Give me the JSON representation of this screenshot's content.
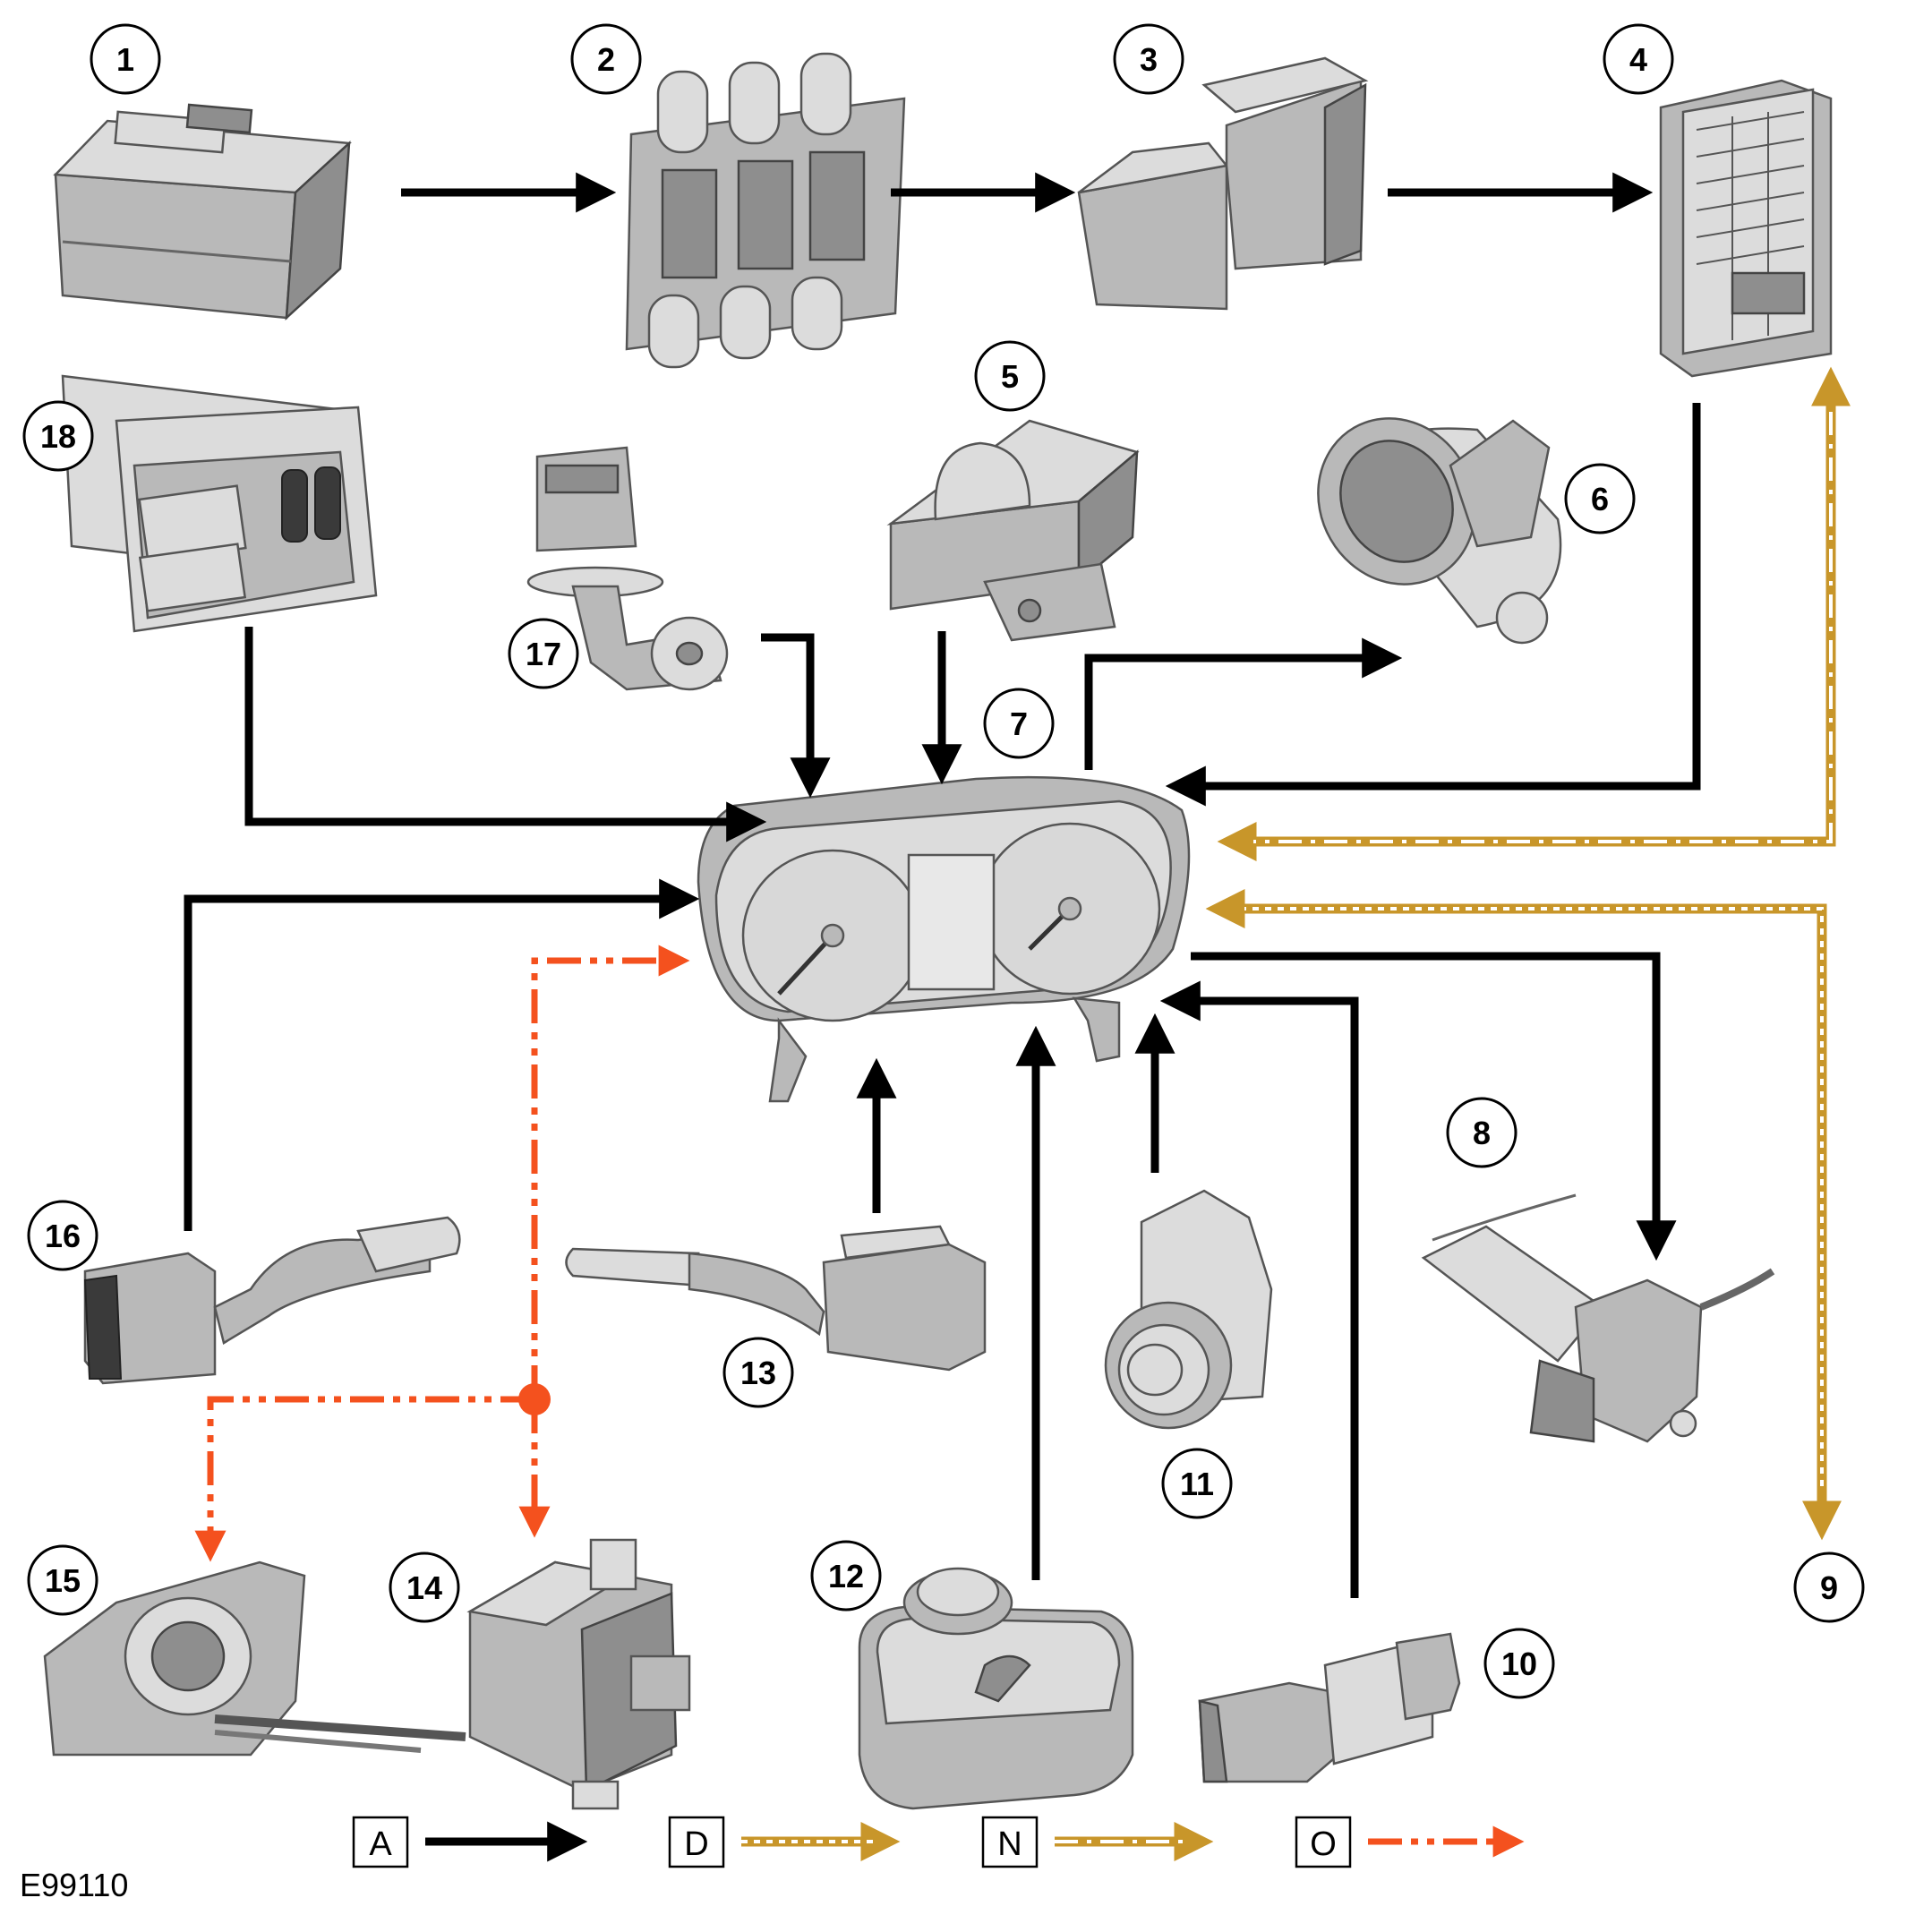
{
  "diagram": {
    "components": [
      {
        "id": "1",
        "label": "1",
        "icon": "battery-icon"
      },
      {
        "id": "2",
        "label": "2",
        "icon": "fuse-block-icon"
      },
      {
        "id": "3",
        "label": "3",
        "icon": "power-distribution-box-icon"
      },
      {
        "id": "4",
        "label": "4",
        "icon": "fuse-box-icon"
      },
      {
        "id": "5",
        "label": "5",
        "icon": "sensor-module-icon"
      },
      {
        "id": "6",
        "label": "6",
        "icon": "motor-icon"
      },
      {
        "id": "7",
        "label": "7",
        "icon": "instrument-cluster-icon"
      },
      {
        "id": "8",
        "label": "8",
        "icon": "actuator-icon"
      },
      {
        "id": "9",
        "label": "9",
        "icon": ""
      },
      {
        "id": "10",
        "label": "10",
        "icon": "pressure-switch-icon"
      },
      {
        "id": "11",
        "label": "11",
        "icon": "switch-icon"
      },
      {
        "id": "12",
        "label": "12",
        "icon": "fluid-reservoir-icon"
      },
      {
        "id": "13",
        "label": "13",
        "icon": "stalk-switch-icon"
      },
      {
        "id": "14",
        "label": "14",
        "icon": "control-module-icon"
      },
      {
        "id": "15",
        "label": "15",
        "icon": "clockspring-icon"
      },
      {
        "id": "16",
        "label": "16",
        "icon": "stalk-switch-icon"
      },
      {
        "id": "17",
        "label": "17",
        "icon": "sender-unit-icon"
      },
      {
        "id": "18",
        "label": "18",
        "icon": "switch-pack-icon"
      }
    ],
    "legend": [
      {
        "key": "A",
        "style": "solid-black"
      },
      {
        "key": "D",
        "style": "gold-dashed"
      },
      {
        "key": "N",
        "style": "gold-dash-dot"
      },
      {
        "key": "O",
        "style": "orange-dash-dot"
      }
    ],
    "colors": {
      "wire_a": "#000000",
      "wire_gold": "#c8962a",
      "wire_o": "#f4511e"
    },
    "drawing_code": "E99110"
  }
}
